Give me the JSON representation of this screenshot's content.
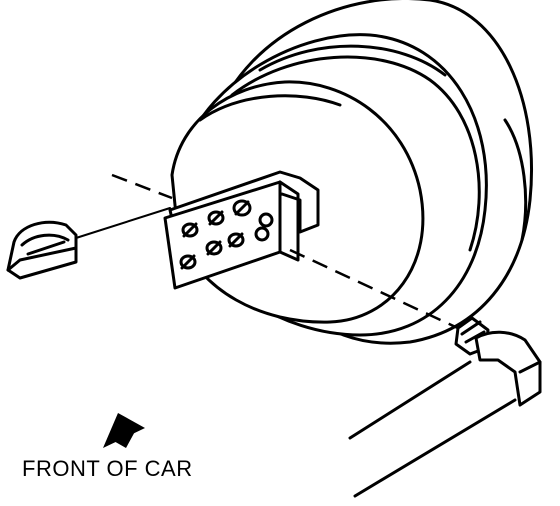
{
  "diagram": {
    "caption": "FRONT OF CAR",
    "stroke_color": "#000000",
    "background_color": "#ffffff",
    "icons": [
      "booster-drum",
      "mounting-bracket",
      "clip-fastener",
      "vacuum-hose",
      "direction-arrow"
    ]
  }
}
